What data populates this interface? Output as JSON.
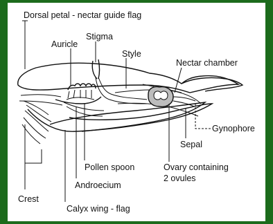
{
  "colors": {
    "frame": "#1c6b1c",
    "background": "#ffffff",
    "ink": "#111111",
    "ovary_fill": "#bdbdbd"
  },
  "labels": {
    "dorsal_petal": "Dorsal petal - nectar guide flag",
    "auricle": "Auricle",
    "stigma": "Stigma",
    "style": "Style",
    "nectar_chamber": "Nectar chamber",
    "gynophore": "Gynophore",
    "sepal": "Sepal",
    "pollen_spoon": "Pollen spoon",
    "ovary_line1": "Ovary containing",
    "ovary_line2": "2 ovules",
    "androecium": "Androecium",
    "crest": "Crest",
    "calyx_wing": "Calyx wing - flag"
  }
}
